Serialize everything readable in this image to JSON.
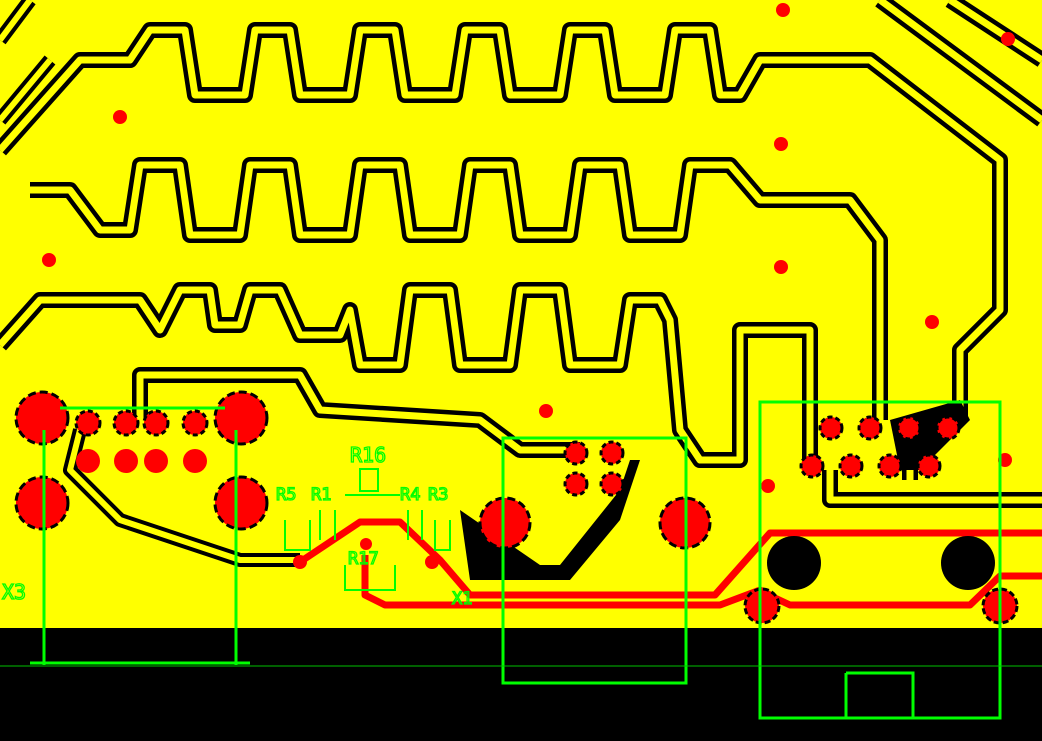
{
  "board": {
    "copper_color": "#ffff00",
    "background_color": "#000000",
    "trace_isolation_color": "#000000",
    "top_trace_color": "#ff0000",
    "silkscreen_color": "#00ff00",
    "pad_color": "#ff0000",
    "hole_color": "#000000"
  },
  "labels": {
    "x3": "X3",
    "r16": "R16",
    "r5": "R5",
    "r1": "R1",
    "r4": "R4",
    "r3": "R3",
    "r17": "R17",
    "x1": "X1"
  }
}
